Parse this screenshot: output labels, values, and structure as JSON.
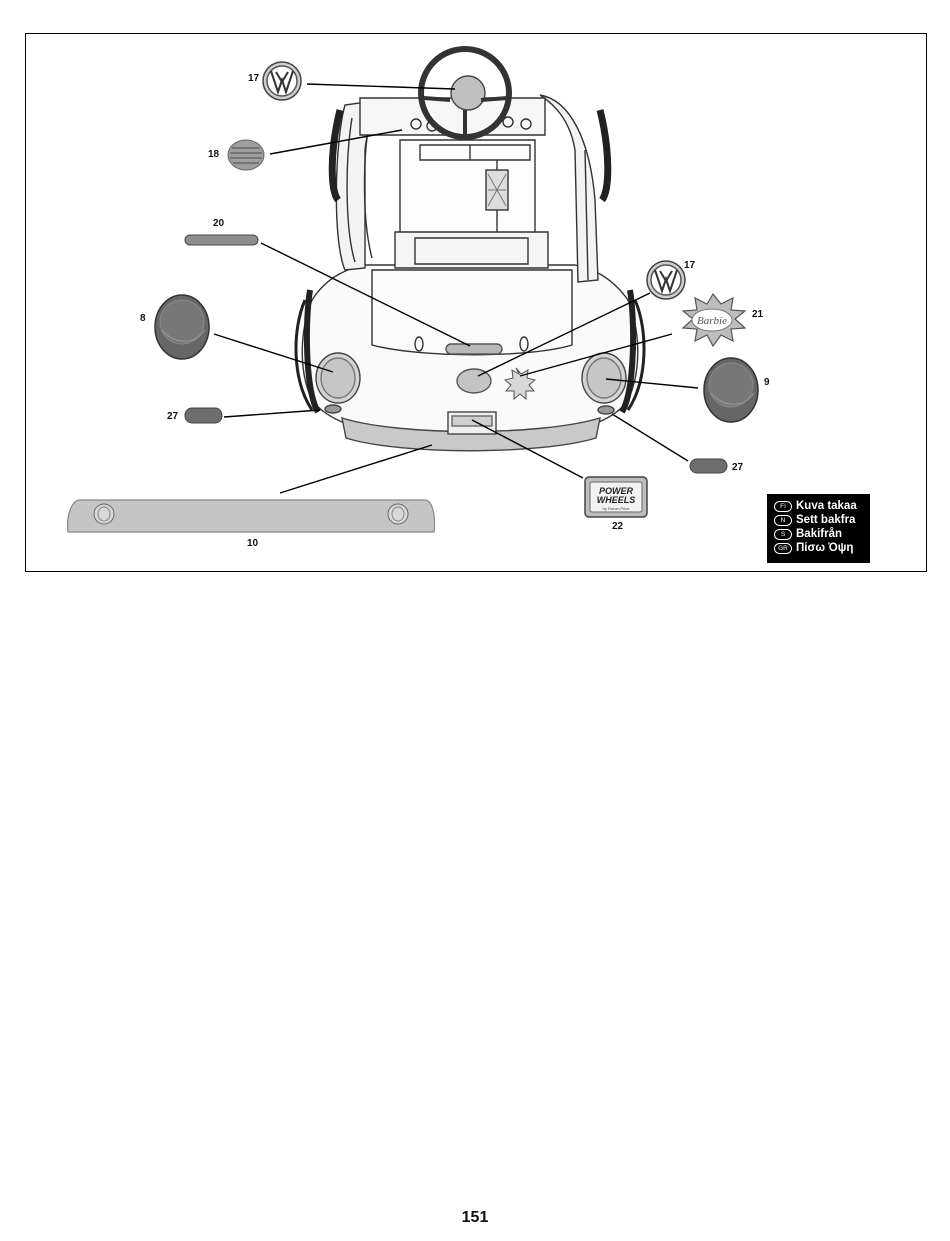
{
  "callouts": {
    "c17a": "17",
    "c18": "18",
    "c20": "20",
    "c8": "8",
    "c27a": "27",
    "c17b": "17",
    "c21": "21",
    "c9": "9",
    "c27b": "27",
    "c22": "22",
    "c10": "10"
  },
  "decal_text": {
    "barbie": "Barbie",
    "power": "POWER",
    "wheels": "WHEELS",
    "fisher_price": "by Fisher-Price"
  },
  "legend": [
    {
      "code": "FI",
      "label": "Kuva takaa"
    },
    {
      "code": "N",
      "label": "Sett bakfra"
    },
    {
      "code": "S",
      "label": "Bakifrån"
    },
    {
      "code": "GR",
      "label": "Πίσω Όψη"
    }
  ],
  "page_number": "151"
}
